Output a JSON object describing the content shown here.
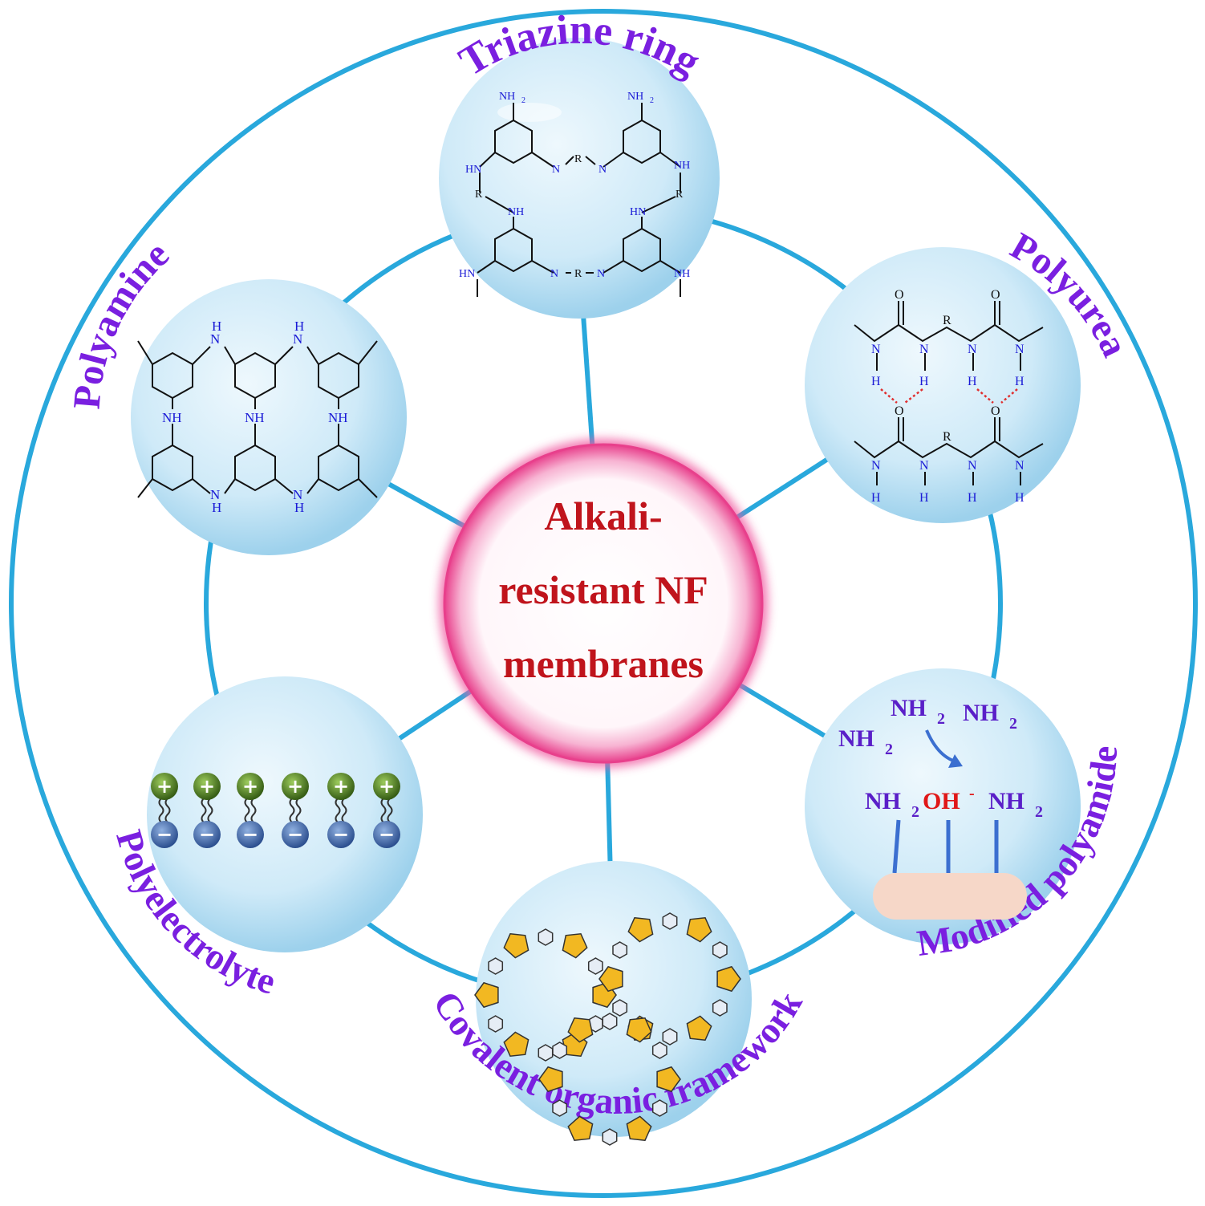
{
  "title": {
    "line1": "Alkali-",
    "line2": "resistant NF",
    "line3": "membranes"
  },
  "nodes": [
    {
      "key": "triazine",
      "label": "Triazine ring"
    },
    {
      "key": "polyurea",
      "label": "Polyurea"
    },
    {
      "key": "modified",
      "label": "Modified polyamide"
    },
    {
      "key": "cof",
      "label": "Covalent organic framework"
    },
    {
      "key": "polyelectrolyte",
      "label": "Polyelectrolyte"
    },
    {
      "key": "polyamine",
      "label": "Polyamine"
    }
  ],
  "chem": {
    "nh2": "NH",
    "sub2": "2",
    "nh": "NH",
    "hn": "HN",
    "n": "N",
    "h": "H",
    "r": "R",
    "o": "O",
    "oh": "OH",
    "minus": "-",
    "plus_sign": "+",
    "minus_sign": "−"
  },
  "colors": {
    "ring": "#29a8dc",
    "label": "#7a1fe0",
    "center_text": "#c0141c",
    "center_glow": "#e8408c",
    "bubble": "#c9e8f7",
    "cof_node": "#f2b822",
    "cation": "#4b7a22",
    "anion": "#3d64a8"
  }
}
